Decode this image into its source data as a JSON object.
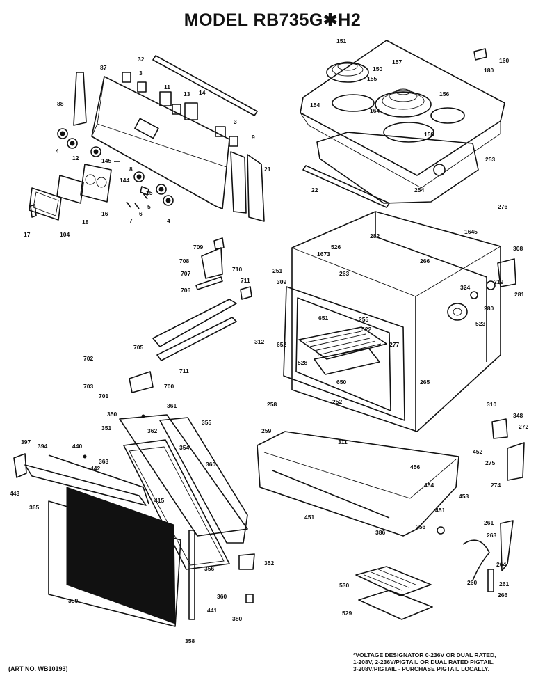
{
  "title": "MODEL RB735G✱H2",
  "art_number": "(ART NO. WB10193)",
  "voltage_note": [
    "*VOLTAGE DESIGNATOR 0-236V OR DUAL RATED,",
    "1-208V, 2-236V/PIGTAIL OR DUAL RATED PIGTAIL,",
    "3-208V/PIGTAIL - PURCHASE PIGTAIL LOCALLY."
  ],
  "callouts": [
    {
      "id": "c32",
      "label": "32"
    },
    {
      "id": "c87",
      "label": "87"
    },
    {
      "id": "c3a",
      "label": "3"
    },
    {
      "id": "c88",
      "label": "88"
    },
    {
      "id": "c11",
      "label": "11"
    },
    {
      "id": "c13",
      "label": "13"
    },
    {
      "id": "c14",
      "label": "14"
    },
    {
      "id": "c3b",
      "label": "3"
    },
    {
      "id": "c4a",
      "label": "4"
    },
    {
      "id": "c9",
      "label": "9"
    },
    {
      "id": "c12",
      "label": "12"
    },
    {
      "id": "c145",
      "label": "145"
    },
    {
      "id": "c8",
      "label": "8"
    },
    {
      "id": "c21",
      "label": "21"
    },
    {
      "id": "c144",
      "label": "144"
    },
    {
      "id": "c15",
      "label": "15"
    },
    {
      "id": "c5",
      "label": "5"
    },
    {
      "id": "c6",
      "label": "6"
    },
    {
      "id": "c7",
      "label": "7"
    },
    {
      "id": "c4b",
      "label": "4"
    },
    {
      "id": "c16",
      "label": "16"
    },
    {
      "id": "c18",
      "label": "18"
    },
    {
      "id": "c17",
      "label": "17"
    },
    {
      "id": "c104",
      "label": "104"
    },
    {
      "id": "c151",
      "label": "151"
    },
    {
      "id": "c150",
      "label": "150"
    },
    {
      "id": "c157",
      "label": "157"
    },
    {
      "id": "c155",
      "label": "155"
    },
    {
      "id": "c154",
      "label": "154"
    },
    {
      "id": "c156",
      "label": "156"
    },
    {
      "id": "c164",
      "label": "164"
    },
    {
      "id": "c158",
      "label": "158"
    },
    {
      "id": "c180",
      "label": "180"
    },
    {
      "id": "c160",
      "label": "160"
    },
    {
      "id": "c253",
      "label": "253"
    },
    {
      "id": "c22",
      "label": "22"
    },
    {
      "id": "c254",
      "label": "254"
    },
    {
      "id": "c276",
      "label": "276"
    },
    {
      "id": "c709",
      "label": "709"
    },
    {
      "id": "c708",
      "label": "708"
    },
    {
      "id": "c707",
      "label": "707"
    },
    {
      "id": "c710",
      "label": "710"
    },
    {
      "id": "c706",
      "label": "706"
    },
    {
      "id": "c711a",
      "label": "711"
    },
    {
      "id": "c705",
      "label": "705"
    },
    {
      "id": "c711b",
      "label": "711"
    },
    {
      "id": "c702",
      "label": "702"
    },
    {
      "id": "c703",
      "label": "703"
    },
    {
      "id": "c701",
      "label": "701"
    },
    {
      "id": "c700",
      "label": "700"
    },
    {
      "id": "c282",
      "label": "282"
    },
    {
      "id": "c1673",
      "label": "1673"
    },
    {
      "id": "c526",
      "label": "526"
    },
    {
      "id": "c1645",
      "label": "1645"
    },
    {
      "id": "c308",
      "label": "308"
    },
    {
      "id": "c251",
      "label": "251"
    },
    {
      "id": "c263",
      "label": "263"
    },
    {
      "id": "c266",
      "label": "266"
    },
    {
      "id": "c309",
      "label": "309"
    },
    {
      "id": "c324",
      "label": "324"
    },
    {
      "id": "c219",
      "label": "219"
    },
    {
      "id": "c281",
      "label": "281"
    },
    {
      "id": "c280",
      "label": "280"
    },
    {
      "id": "c523",
      "label": "523"
    },
    {
      "id": "c651",
      "label": "651"
    },
    {
      "id": "c255",
      "label": "255"
    },
    {
      "id": "c522",
      "label": "522"
    },
    {
      "id": "c312",
      "label": "312"
    },
    {
      "id": "c652",
      "label": "652"
    },
    {
      "id": "c277",
      "label": "277"
    },
    {
      "id": "c528",
      "label": "528"
    },
    {
      "id": "c650",
      "label": "650"
    },
    {
      "id": "c265",
      "label": "265"
    },
    {
      "id": "c258a",
      "label": "258"
    },
    {
      "id": "c252",
      "label": "252"
    },
    {
      "id": "c310",
      "label": "310"
    },
    {
      "id": "c348",
      "label": "348"
    },
    {
      "id": "c272",
      "label": "272"
    },
    {
      "id": "c259",
      "label": "259"
    },
    {
      "id": "c311",
      "label": "311"
    },
    {
      "id": "c452",
      "label": "452"
    },
    {
      "id": "c456",
      "label": "456"
    },
    {
      "id": "c275",
      "label": "275"
    },
    {
      "id": "c454",
      "label": "454"
    },
    {
      "id": "c274",
      "label": "274"
    },
    {
      "id": "c453",
      "label": "453"
    },
    {
      "id": "c451a",
      "label": "451"
    },
    {
      "id": "c451b",
      "label": "451"
    },
    {
      "id": "c386",
      "label": "386"
    },
    {
      "id": "c256",
      "label": "256"
    },
    {
      "id": "c261a",
      "label": "261"
    },
    {
      "id": "c263b",
      "label": "263"
    },
    {
      "id": "c264",
      "label": "264"
    },
    {
      "id": "c260",
      "label": "260"
    },
    {
      "id": "c261b",
      "label": "261"
    },
    {
      "id": "c266b",
      "label": "266"
    },
    {
      "id": "c530",
      "label": "530"
    },
    {
      "id": "c529",
      "label": "529"
    },
    {
      "id": "c350",
      "label": "350"
    },
    {
      "id": "c361",
      "label": "361"
    },
    {
      "id": "c355",
      "label": "355"
    },
    {
      "id": "c351",
      "label": "351"
    },
    {
      "id": "c362",
      "label": "362"
    },
    {
      "id": "c397",
      "label": "397"
    },
    {
      "id": "c394",
      "label": "394"
    },
    {
      "id": "c440",
      "label": "440"
    },
    {
      "id": "c363",
      "label": "363"
    },
    {
      "id": "c354",
      "label": "354"
    },
    {
      "id": "c442",
      "label": "442"
    },
    {
      "id": "c360a",
      "label": "360"
    },
    {
      "id": "c443",
      "label": "443"
    },
    {
      "id": "c365",
      "label": "365"
    },
    {
      "id": "c415",
      "label": "415"
    },
    {
      "id": "c352",
      "label": "352"
    },
    {
      "id": "c356",
      "label": "356"
    },
    {
      "id": "c360b",
      "label": "360"
    },
    {
      "id": "c359",
      "label": "359"
    },
    {
      "id": "c441",
      "label": "441"
    },
    {
      "id": "c380",
      "label": "380"
    },
    {
      "id": "c358",
      "label": "358"
    }
  ]
}
